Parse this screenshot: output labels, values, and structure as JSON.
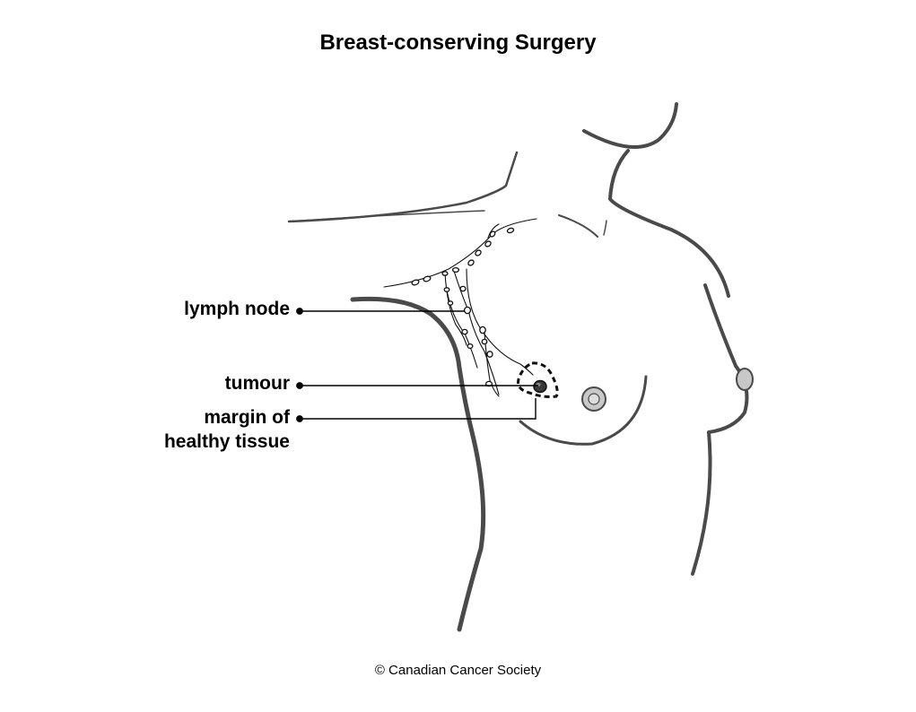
{
  "title": "Breast-conserving Surgery",
  "labels": {
    "lymph_node": "lymph node",
    "tumour": "tumour",
    "margin_line1": "margin of",
    "margin_line2": "healthy tissue"
  },
  "credit": "© Canadian Cancer Society",
  "colors": {
    "outline": "#4a4a4a",
    "leader": "#000000",
    "tumour": "#3a3a3a",
    "nipple": "#c8c8c8"
  }
}
